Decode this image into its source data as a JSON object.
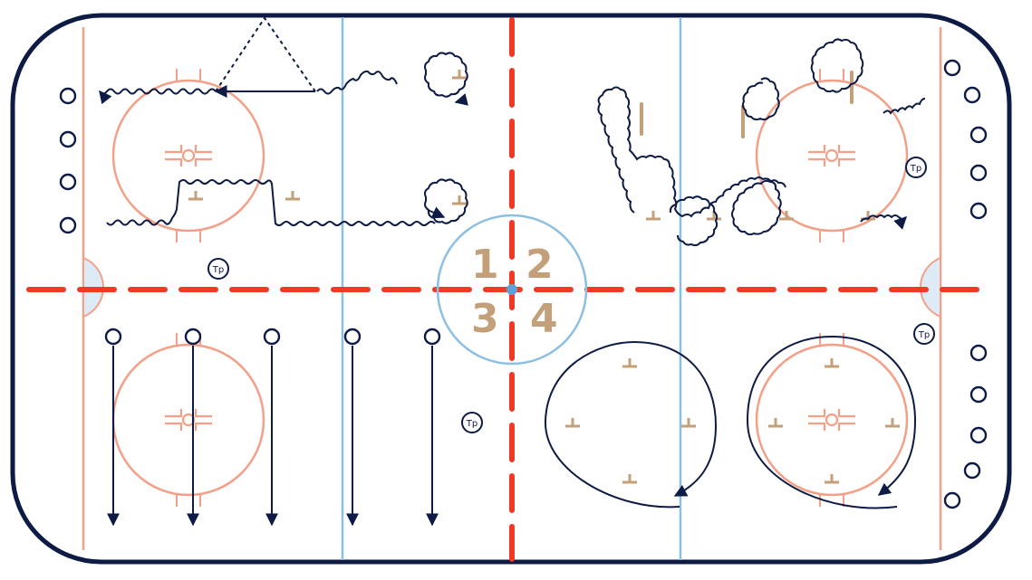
{
  "zone_labels": {
    "z1": "1",
    "z2": "2",
    "z3": "3",
    "z4": "4"
  },
  "coach_label": "Tp",
  "colors": {
    "board": "#0d1b45",
    "center_red": "#f03a24",
    "blue_line": "#8cc0e2",
    "faceoff": "#f4a088",
    "cone": "#c4a07a",
    "path": "#0d1b45",
    "crease": "#dcebf6"
  },
  "icons": [
    "player-circle-icon",
    "coach-tp-icon",
    "cone-icon",
    "arrowhead-icon"
  ]
}
